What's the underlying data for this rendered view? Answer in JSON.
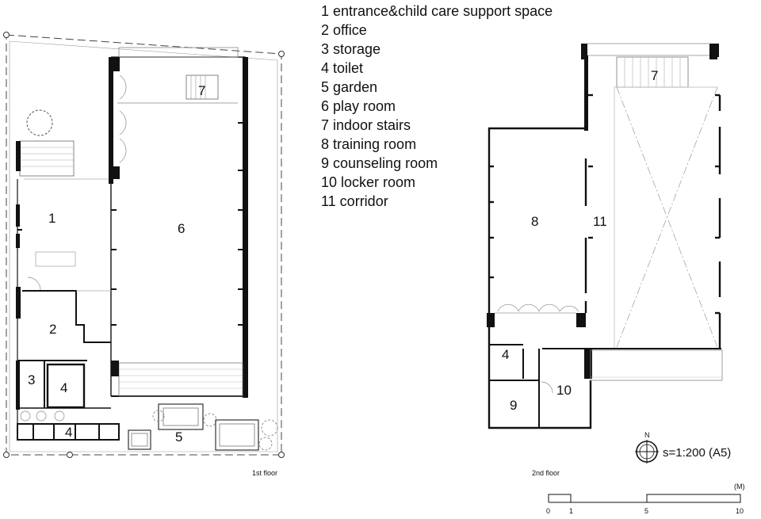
{
  "legend": [
    "1 entrance&child care support space",
    "2 office",
    "3 storage",
    "4 toilet",
    "5 garden",
    "6 play room",
    "7 indoor stairs",
    "8 training room",
    "9 counseling room",
    "10 locker room",
    "11 corridor"
  ],
  "rooms_1f": {
    "r1": "1",
    "r2": "2",
    "r3": "3",
    "r4a": "4",
    "r4b": "4",
    "r5": "5",
    "r6": "6",
    "r7": "7"
  },
  "rooms_2f": {
    "r7": "7",
    "r8": "8",
    "r9": "9",
    "r10": "10",
    "r11": "11",
    "r4": "4"
  },
  "floors": {
    "first": "1st floor",
    "second": "2nd floor"
  },
  "north": "N",
  "scale": {
    "text": "s=1:200 (A5)",
    "unit": "(M)",
    "ticks": [
      "0",
      "1",
      "5",
      "10"
    ]
  }
}
